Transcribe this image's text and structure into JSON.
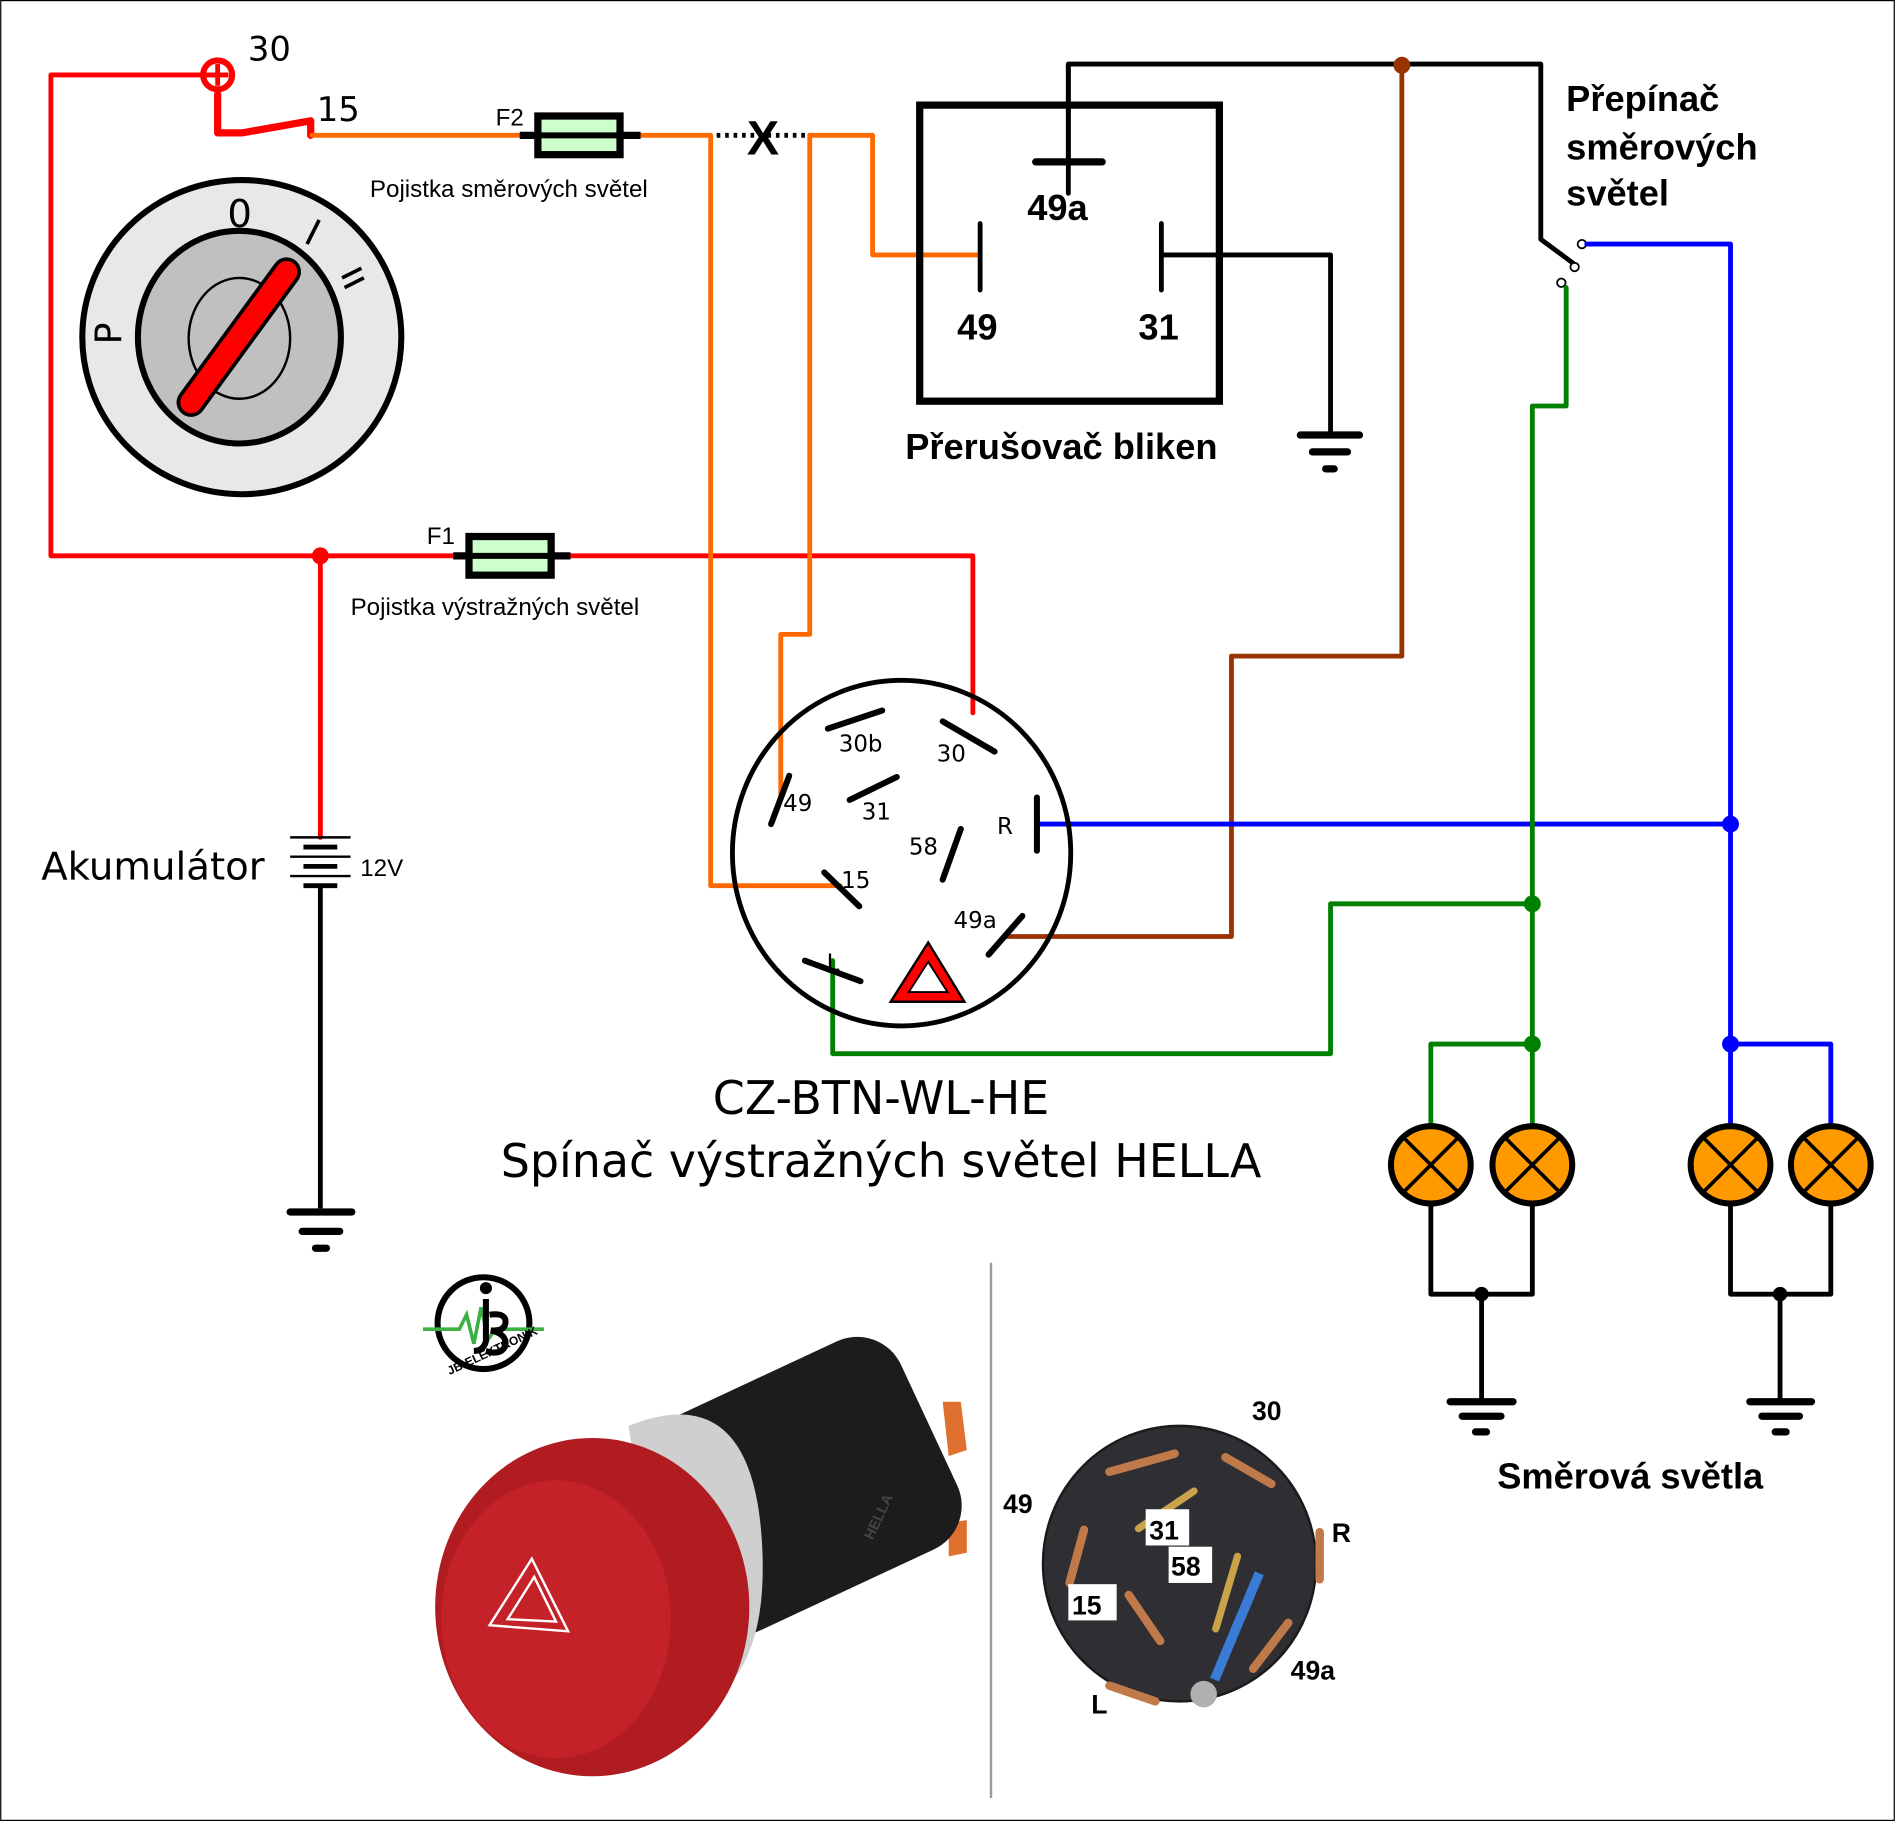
{
  "colors": {
    "red_wire": "#ff0000",
    "orange_wire": "#ff6a00",
    "black_wire": "#000000",
    "brown_wire": "#993300",
    "green_wire": "#008000",
    "blue_wire": "#0000ff",
    "fuse_fill": "#ccffcc",
    "lamp_fill": "#ff9900",
    "ignition_outer": "#e8e8e8",
    "ignition_inner": "#c0c0c0"
  },
  "ignition": {
    "terminal_30": "30",
    "terminal_15": "15",
    "position_0": "0",
    "position_p": "P",
    "position_i": "I",
    "position_ii": "II"
  },
  "fuses": {
    "f2": {
      "label": "F2",
      "caption": "Pojistka směrových světel"
    },
    "f1": {
      "label": "F1",
      "caption": "Pojistka výstražných světel"
    }
  },
  "break_mark": "X",
  "flasher": {
    "caption": "Přerušovač bliken",
    "pins": [
      "49a",
      "49",
      "31"
    ]
  },
  "turn_switch": {
    "caption_lines": [
      "Přepínač",
      "směrových",
      "světel"
    ]
  },
  "battery": {
    "label": "Akumulátor",
    "voltage": "12V"
  },
  "hazard_switch": {
    "pins": [
      "30b",
      "30",
      "49",
      "31",
      "R",
      "58",
      "15",
      "49a",
      "L"
    ],
    "title_line1": "CZ-BTN-WL-HE",
    "title_line2": "Spínač výstražných světel HELLA"
  },
  "lamps": {
    "caption": "Směrová světla",
    "count": 4
  },
  "photo": {
    "logo_text": "JB-ELEKTRONIK",
    "brand_text": "HELLA",
    "pin_labels": [
      "30",
      "49",
      "31",
      "58",
      "R",
      "15",
      "49a",
      "L"
    ]
  }
}
